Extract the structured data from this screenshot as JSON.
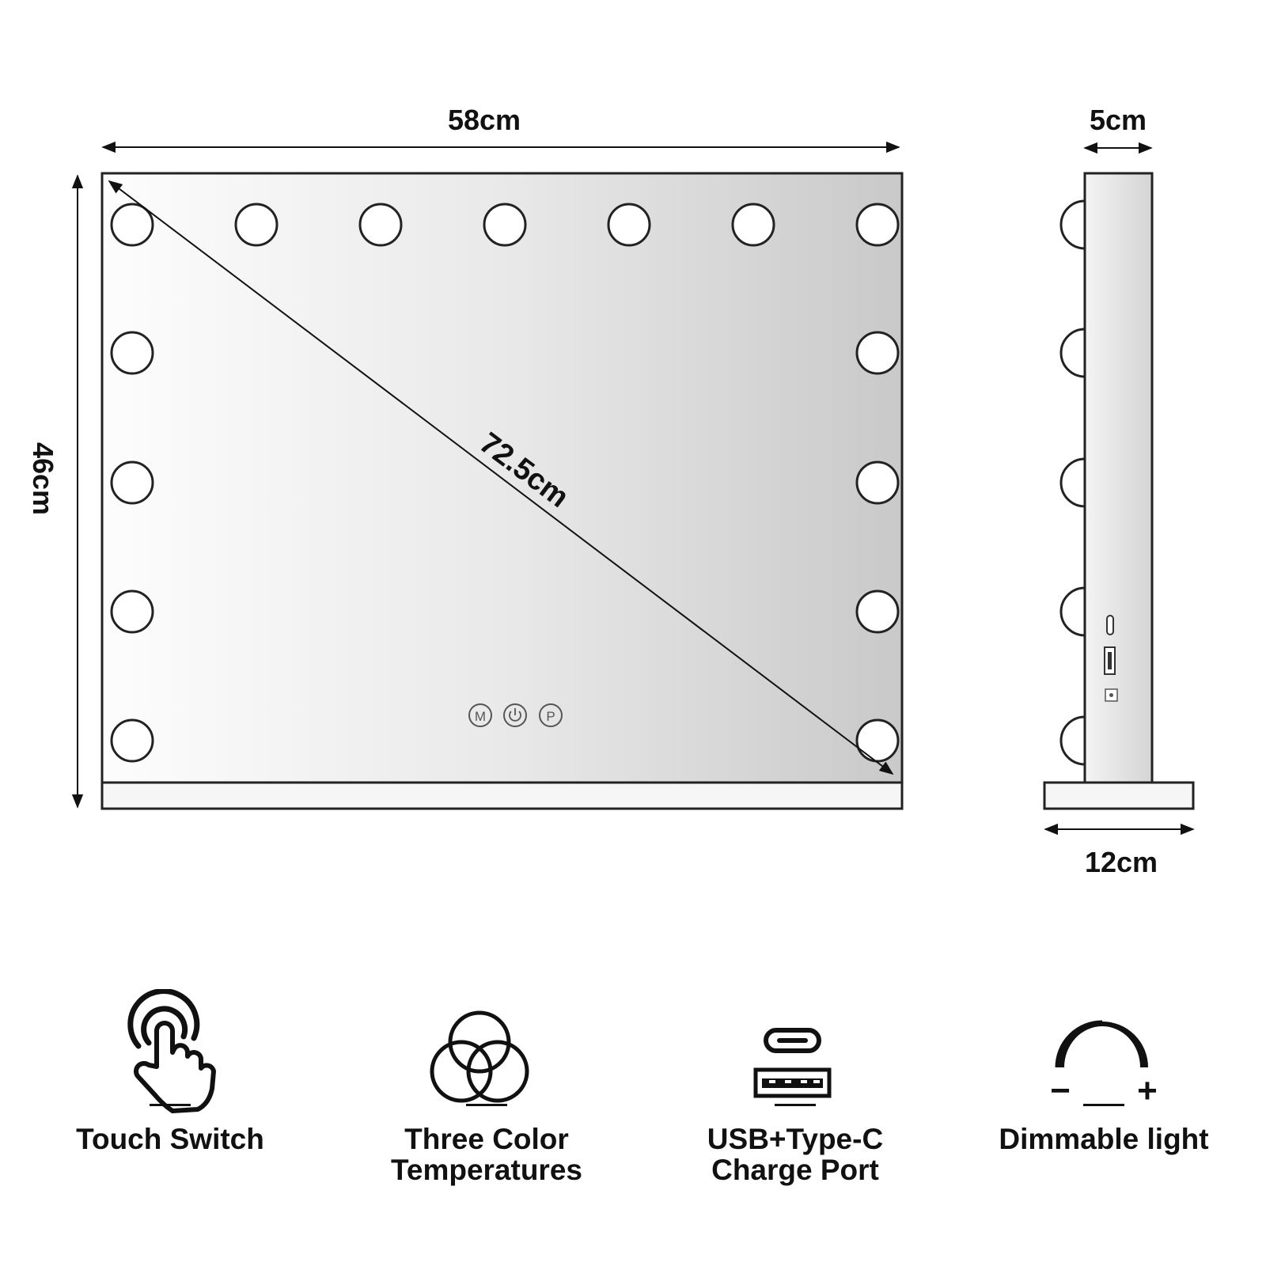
{
  "dimensions": {
    "width": "58cm",
    "height": "46cm",
    "diagonal": "72.5cm",
    "depth_top": "5cm",
    "depth_base": "12cm"
  },
  "buttons": {
    "mode": "M",
    "power": "power-icon",
    "preset": "P"
  },
  "side_ports": [
    "type-c-port-icon",
    "usb-a-port-icon",
    "small-port-icon"
  ],
  "features": [
    {
      "icon": "touch-hand-icon",
      "label_lines": [
        "Touch Switch"
      ]
    },
    {
      "icon": "three-circles-icon",
      "label_lines": [
        "Three Color",
        "Temperatures"
      ]
    },
    {
      "icon": "usb-typec-icon",
      "label_lines": [
        "USB+Type-C",
        "Charge Port"
      ]
    },
    {
      "icon": "dimmer-arc-icon",
      "label_lines": [
        "Dimmable light"
      ]
    }
  ],
  "dimmer_symbols": {
    "minus": "−",
    "plus": "+"
  }
}
